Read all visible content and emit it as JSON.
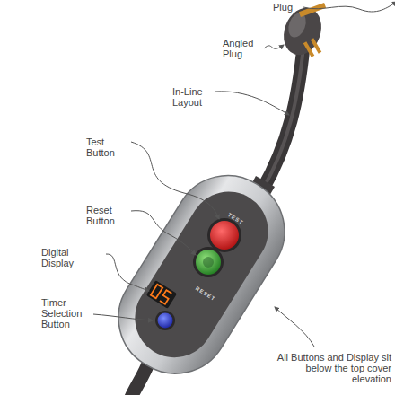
{
  "diagram": {
    "labels": [
      "Plug",
      "Angled Plug",
      "In-Line Layout",
      "Test Button",
      "Reset Button",
      "Digital Display",
      "Timer Selection Button",
      "All Buttons and Display sit below the top cover elevation",
      "TEST",
      "RESET"
    ]
  }
}
